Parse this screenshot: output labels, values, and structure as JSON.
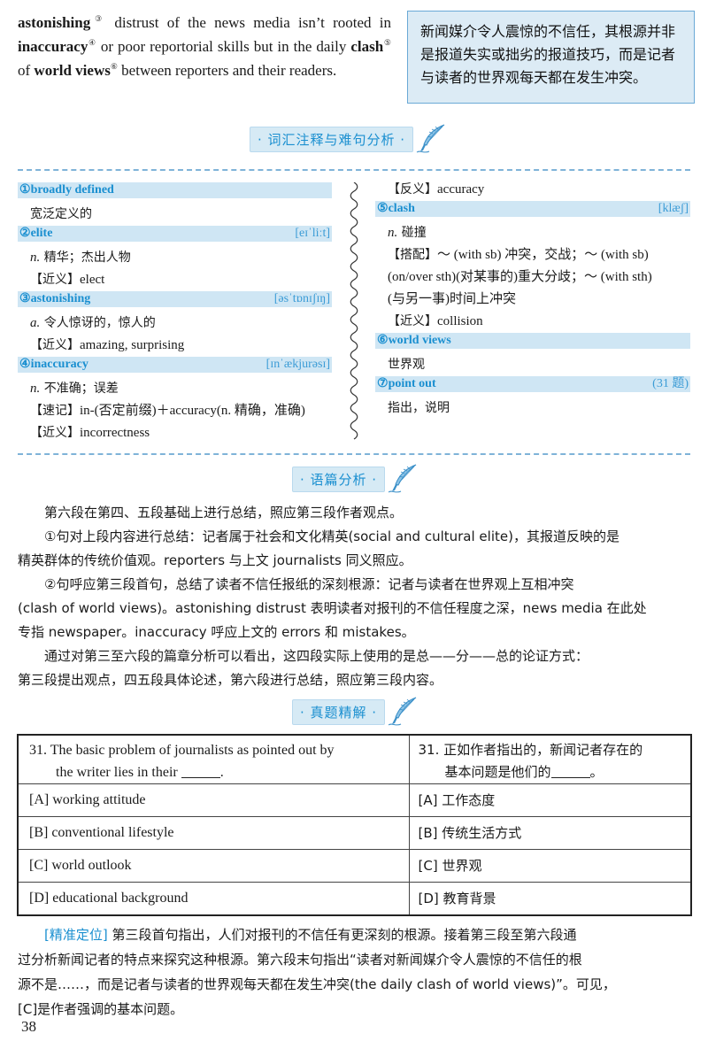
{
  "passage": {
    "w1": "astonishing",
    "n1": "③",
    "t1": " distrust of the news media isn’t rooted in ",
    "w2": "inaccuracy",
    "n2": "④",
    "t2": " or poor reportorial skills but in the daily ",
    "w3": "clash",
    "n3": "⑤",
    "t3": " of ",
    "w4": "world views",
    "n4": "⑥",
    "t4": " between reporters and their readers."
  },
  "translation": "新闻媒介令人震惊的不信任，其根源并非是报道失实或拙劣的报道技巧，而是记者与读者的世界观每天都在发生冲突。",
  "vocab_banner": "· 词汇注释与难句分析 ·",
  "vocab_left": [
    {
      "num": "①",
      "word": "broadly defined",
      "phon": "",
      "lines": [
        {
          "zh": "宽泛定义的"
        }
      ]
    },
    {
      "num": "②",
      "word": "elite",
      "phon": "[eɪˈliːt]",
      "lines": [
        {
          "pos": "n.",
          "zh": " 精华；杰出人物"
        },
        {
          "tag": "【近义】",
          "en": "elect"
        }
      ]
    },
    {
      "num": "③",
      "word": "astonishing",
      "phon": "[əsˈtɒnɪʃɪŋ]",
      "lines": [
        {
          "pos": "a.",
          "zh": " 令人惊讶的，惊人的"
        },
        {
          "tag": "【近义】",
          "en": "amazing, surprising"
        }
      ]
    },
    {
      "num": "④",
      "word": "inaccuracy",
      "phon": "[ɪnˈækjurəsɪ]",
      "lines": [
        {
          "pos": "n.",
          "zh": " 不准确；误差"
        },
        {
          "tag": "【速记】",
          "en": "in-(否定前缀)＋accuracy(n. 精确，准确)"
        },
        {
          "tag": "【近义】",
          "en": "incorrectness"
        }
      ]
    }
  ],
  "vocab_right": [
    {
      "pre": true,
      "lines": [
        {
          "tag": "【反义】",
          "en": "accuracy"
        }
      ]
    },
    {
      "num": "⑤",
      "word": "clash",
      "phon": "[klæʃ]",
      "lines": [
        {
          "pos": "n.",
          "zh": "  碰撞"
        },
        {
          "tag": "【搭配】",
          "en": "～ (with sb) 冲突，交战；～ (with sb)"
        },
        {
          "en": "(on/over sth)(对某事的)重大分歧；～ (with sth)"
        },
        {
          "en": "(与另一事)时间上冲突"
        },
        {
          "tag": "【近义】",
          "en": "collision"
        }
      ]
    },
    {
      "num": "⑥",
      "word": "world views",
      "phon": "",
      "lines": [
        {
          "zh": "世界观"
        }
      ]
    },
    {
      "num": "⑦",
      "word": "point out",
      "phon": "(31 题)",
      "lines": [
        {
          "zh": "指出，说明"
        }
      ]
    }
  ],
  "analysis_banner": "· 语篇分析 ·",
  "analysis": [
    {
      "lines": [
        "　　第六段在第四、五段基础上进行总结，照应第三段作者观点。"
      ]
    },
    {
      "lines": [
        "　　①句对上段内容进行总结：记者属于社会和文化精英(social and cultural elite)，其报道反映的是",
        "精英群体的传统价值观。reporters 与上文 journalists 同义照应。"
      ]
    },
    {
      "lines": [
        "　　②句呼应第三段首句，总结了读者不信任报纸的深刻根源：记者与读者在世界观上互相冲突",
        "(clash of world views)。astonishing distrust 表明读者对报刊的不信任程度之深，news media 在此处",
        "专指 newspaper。inaccuracy 呼应上文的 errors 和 mistakes。"
      ]
    },
    {
      "lines": [
        "　　通过对第三至六段的篇章分析可以看出，这四段实际上使用的是总——分——总的论证方式：",
        "第三段提出观点，四五段具体论述，第六段进行总结，照应第三段内容。"
      ]
    }
  ],
  "exam_banner": "· 真题精解 ·",
  "question": {
    "en_1": "31. The basic problem of journalists as pointed out by",
    "en_2": "the writer lies in their",
    "en_end": ".",
    "zh_1": "31. 正如作者指出的，新闻记者存在的",
    "zh_2": "基本问题是他们的",
    "zh_end": "。",
    "options": [
      {
        "en": "[A] working attitude",
        "zh": "[A] 工作态度"
      },
      {
        "en": "[B] conventional lifestyle",
        "zh": "[B] 传统生活方式"
      },
      {
        "en": "[C] world outlook",
        "zh": "[C] 世界观"
      },
      {
        "en": "[D] educational background",
        "zh": "[D] 教育背景"
      }
    ]
  },
  "answer": {
    "tag": "[精准定位]",
    "line1": " 第三段首句指出，人们对报刊的不信任有更深刻的根源。接着第三段至第六段通",
    "line2": "过分析新闻记者的特点来探究这种根源。第六段末句指出“读者对新闻媒介令人震惊的不信任的根",
    "line3": "源不是……，而是记者与读者的世界观每天都在发生冲突(the daily clash of world views)”。可见，",
    "line4": "[C]是作者强调的基本问题。"
  },
  "page_number": "38",
  "colors": {
    "accent": "#1a8fd0",
    "highlight": "#cfe6f4",
    "box": "#dcebf5"
  },
  "icons": [
    "quill-icon",
    "spiral-binding"
  ]
}
